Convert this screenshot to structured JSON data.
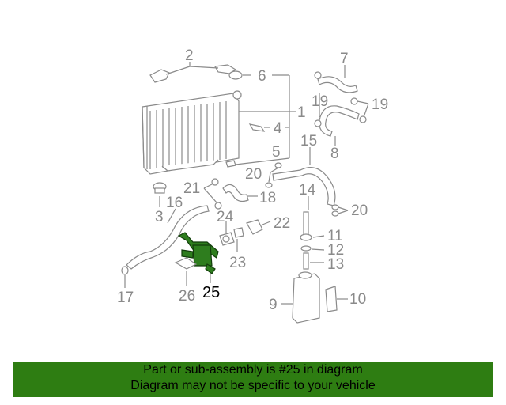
{
  "diagram": {
    "highlight_color": "#2e7d1e",
    "callouts": [
      {
        "id": "2",
        "text": "2"
      },
      {
        "id": "6",
        "text": "6"
      },
      {
        "id": "7",
        "text": "7"
      },
      {
        "id": "1",
        "text": "1"
      },
      {
        "id": "19a",
        "text": "19"
      },
      {
        "id": "19b",
        "text": "19"
      },
      {
        "id": "4",
        "text": "4"
      },
      {
        "id": "8",
        "text": "8"
      },
      {
        "id": "5",
        "text": "5"
      },
      {
        "id": "15",
        "text": "15"
      },
      {
        "id": "20a",
        "text": "20"
      },
      {
        "id": "21",
        "text": "21"
      },
      {
        "id": "18",
        "text": "18"
      },
      {
        "id": "14",
        "text": "14"
      },
      {
        "id": "3",
        "text": "3"
      },
      {
        "id": "16",
        "text": "16"
      },
      {
        "id": "20b",
        "text": "20"
      },
      {
        "id": "24",
        "text": "24"
      },
      {
        "id": "22",
        "text": "22"
      },
      {
        "id": "11",
        "text": "11"
      },
      {
        "id": "12",
        "text": "12"
      },
      {
        "id": "13",
        "text": "13"
      },
      {
        "id": "23",
        "text": "23"
      },
      {
        "id": "17",
        "text": "17"
      },
      {
        "id": "26",
        "text": "26"
      },
      {
        "id": "25",
        "text": "25"
      },
      {
        "id": "9",
        "text": "9"
      },
      {
        "id": "10",
        "text": "10"
      }
    ]
  },
  "banner": {
    "line1": "Part or sub-assembly is #25 in diagram",
    "line2": "Diagram may not be specific to your vehicle",
    "background": "#2e7d12"
  }
}
